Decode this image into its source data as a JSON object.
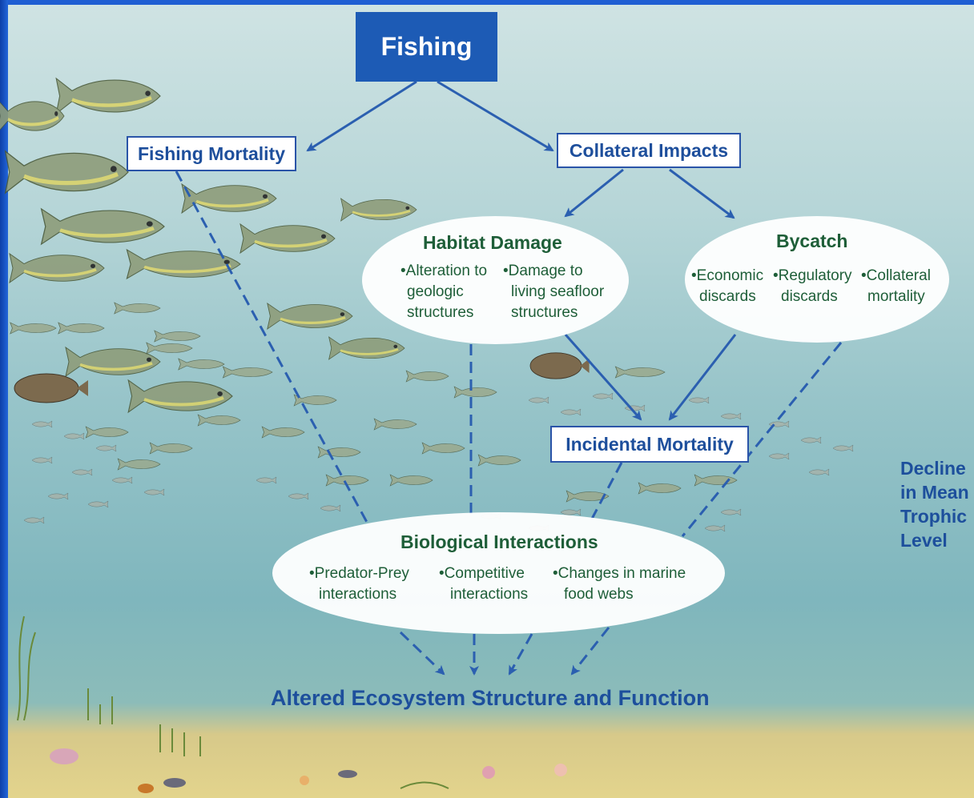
{
  "diagram": {
    "top": "Fishing",
    "fishing_mortality": "Fishing Mortality",
    "collateral_impacts": "Collateral Impacts",
    "habitat_damage": {
      "title": "Habitat Damage",
      "item1": [
        "•Alteration to",
        "geologic",
        "structures"
      ],
      "item2": [
        "•Damage to",
        "living seafloor",
        "structures"
      ]
    },
    "bycatch": {
      "title": "Bycatch",
      "item1": [
        "•Economic",
        "discards"
      ],
      "item2": [
        "•Regulatory",
        "discards"
      ],
      "item3": [
        "•Collateral",
        "mortality"
      ]
    },
    "incidental_mortality": "Incidental Mortality",
    "biological_interactions": {
      "title": "Biological Interactions",
      "item1": [
        "•Predator-Prey",
        "interactions"
      ],
      "item2": [
        "•Competitive",
        "interactions"
      ],
      "item3": [
        "•Changes in marine",
        "food webs"
      ]
    },
    "bottom": "Altered Ecosystem Structure and Function",
    "side_label": [
      "Decline",
      "in Mean",
      "Trophic",
      "Level"
    ]
  },
  "colors": {
    "arrow": "#2b5fb0",
    "box_text": "#1e4f9c",
    "ellipse_text": "#1e5e38",
    "fishing_box": "#1d5bb5"
  }
}
